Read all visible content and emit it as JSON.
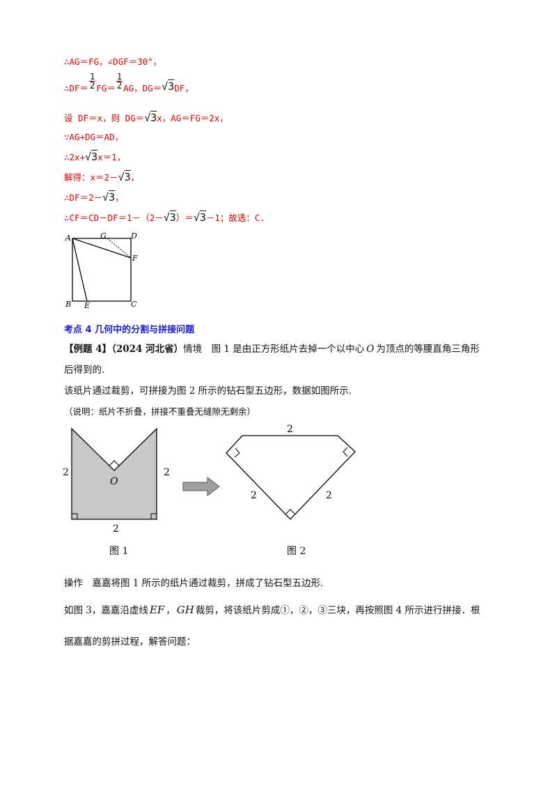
{
  "solution": {
    "l1": "∴AG＝FG，∠DGF＝30°，",
    "l2a": "∴DF＝",
    "l2_frac_num": "1",
    "l2_frac_den": "2",
    "l2b": "FG＝",
    "l2c": "AG，DG＝",
    "l2_sqrt": "3",
    "l2d": "DF，",
    "l3a": "设 DF＝x，则 DG＝",
    "l3_sqrt": "3",
    "l3b": "x，AG＝FG＝2x，",
    "l4": "∵AG+DG＝AD，",
    "l5a": "∴2x+",
    "l5_sqrt": "3",
    "l5b": "x＝1，",
    "l6a": "解得：x＝2－",
    "l6_sqrt": "3",
    "l6b": "，",
    "l7a": "∴DF＝2－",
    "l7_sqrt": "3",
    "l7b": "，",
    "l8a": "∴CF＝CD－DF＝1－（2－",
    "l8_sqrt1": "3",
    "l8b": "）＝",
    "l8_sqrt2": "3",
    "l8c": "－1；故选：C."
  },
  "square_figure": {
    "labels": {
      "A": "A",
      "G": "G",
      "D": "D",
      "F": "F",
      "B": "B",
      "E": "E",
      "C": "C"
    }
  },
  "section": {
    "title": "考点 4  几何中的分割与拼接问题",
    "example_tag": "【例题 4】",
    "example_source": "（2024 河北省）",
    "line1_rest": "情境　图 1 是由正方形纸片去掉一个以中心",
    "line1_var": "O",
    "line1_end": "为顶点的等腰直角三角形",
    "line2": "后得到的.",
    "line3": "该纸片通过裁剪，可拼接为图 2 所示的钻石型五边形，数据如图所示.",
    "line4": "（说明：纸片不折叠，拼接不重叠无缝隙无剩余）"
  },
  "figures": {
    "fig1": {
      "caption": "图 1",
      "label_O": "O",
      "side_left": "2",
      "side_right": "2",
      "side_bottom": "2"
    },
    "fig2": {
      "caption": "图 2",
      "side_top": "2",
      "side_left": "2",
      "side_right": "2"
    },
    "fill_color": "#c8c8c8",
    "arrow_color": "#a0a0a0"
  },
  "operation": {
    "line1": "操作　嘉嘉将图 1 所示的纸片通过裁剪，拼成了钻石型五边形.",
    "line2a": "如图 3，嘉嘉沿虚线",
    "line2_ef": "EF",
    "line2_sep": "，",
    "line2_gh": "GH",
    "line2b": "裁剪，将该纸片剪成①，②，③三块，再按照图 4 所示进行拼接．根",
    "line3": "据嘉嘉的剪拼过程，解答问题："
  }
}
